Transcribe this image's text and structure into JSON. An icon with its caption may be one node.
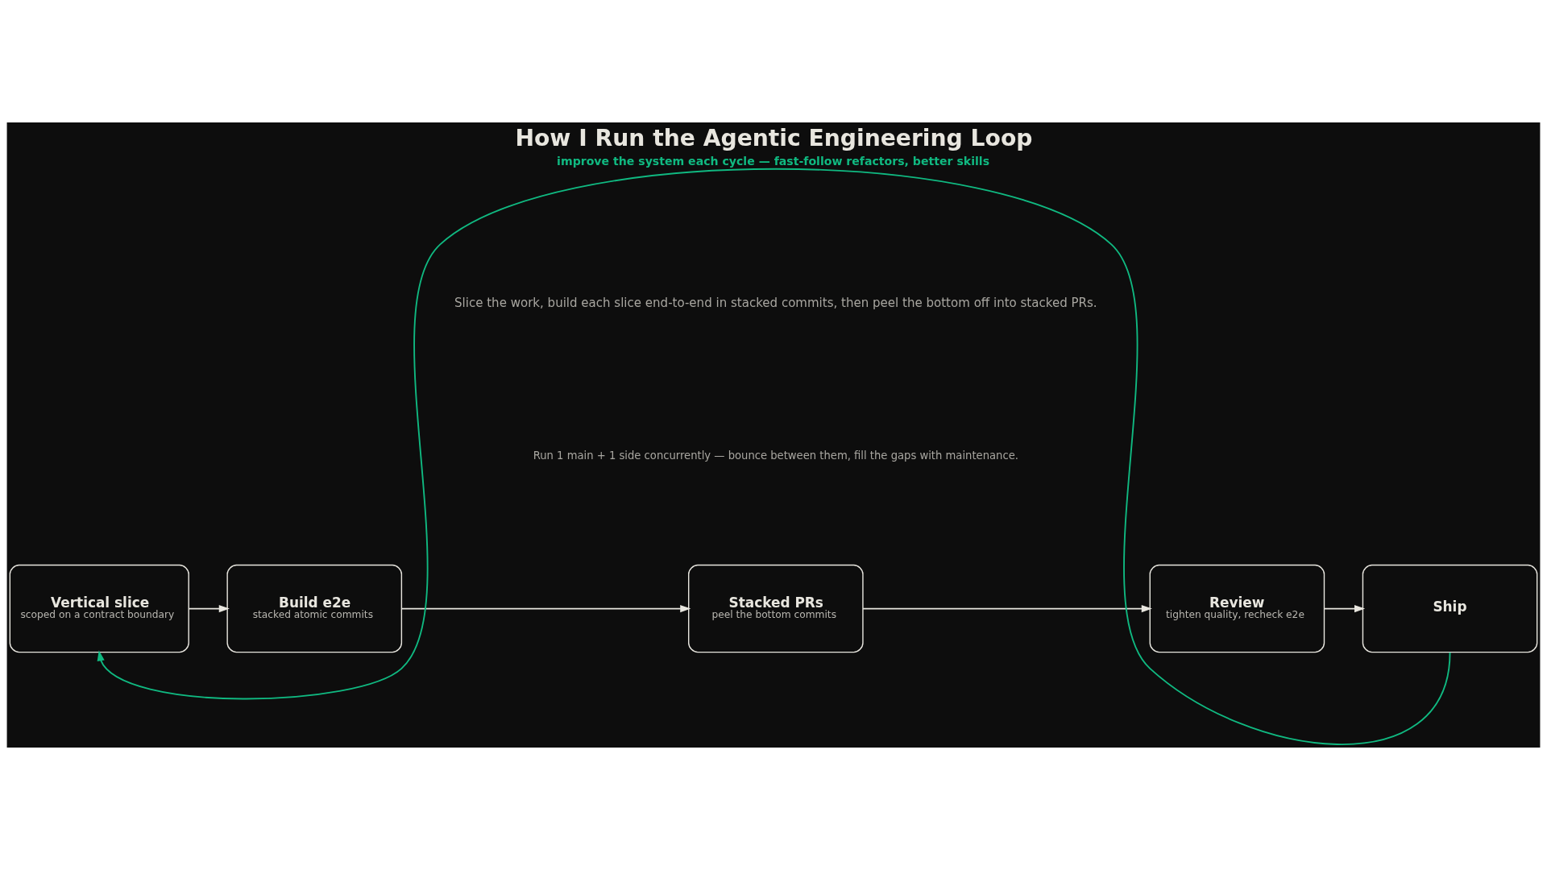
{
  "diagram": {
    "title": "How I Run the Agentic Engineering Loop",
    "nodes": [
      {
        "text": [
          "Vertical slice",
          "scoped on a contract boundary"
        ]
      },
      {
        "text": [
          "Build e2e",
          "stacked atomic commits"
        ]
      },
      {
        "text": [
          "Stacked PRs",
          "peel the bottom commits"
        ]
      },
      {
        "text": [
          "Review",
          "tighten quality, recheck e2e"
        ]
      },
      {
        "text": [
          "Ship"
        ]
      }
    ],
    "edges": [
      {
        "from": 0,
        "to": 1,
        "arrow": "to"
      },
      {
        "from": 1,
        "to": 2,
        "arrow": "to"
      },
      {
        "from": 2,
        "to": 3,
        "arrow": "to"
      },
      {
        "from": 3,
        "to": 4,
        "arrow": "to"
      },
      {
        "from": 4,
        "to": 0,
        "arrow": "to",
        "label": "improve the system each cycle — fast-follow refactors, better skills",
        "color": "#10b981"
      }
    ],
    "labels": [
      "Slice the work, build each slice end-to-end in stacked commits, then peel the bottom off into stacked PRs.",
      "Run 1 main + 1 side concurrently — bounce between them, fill the gaps with maintenance."
    ]
  }
}
